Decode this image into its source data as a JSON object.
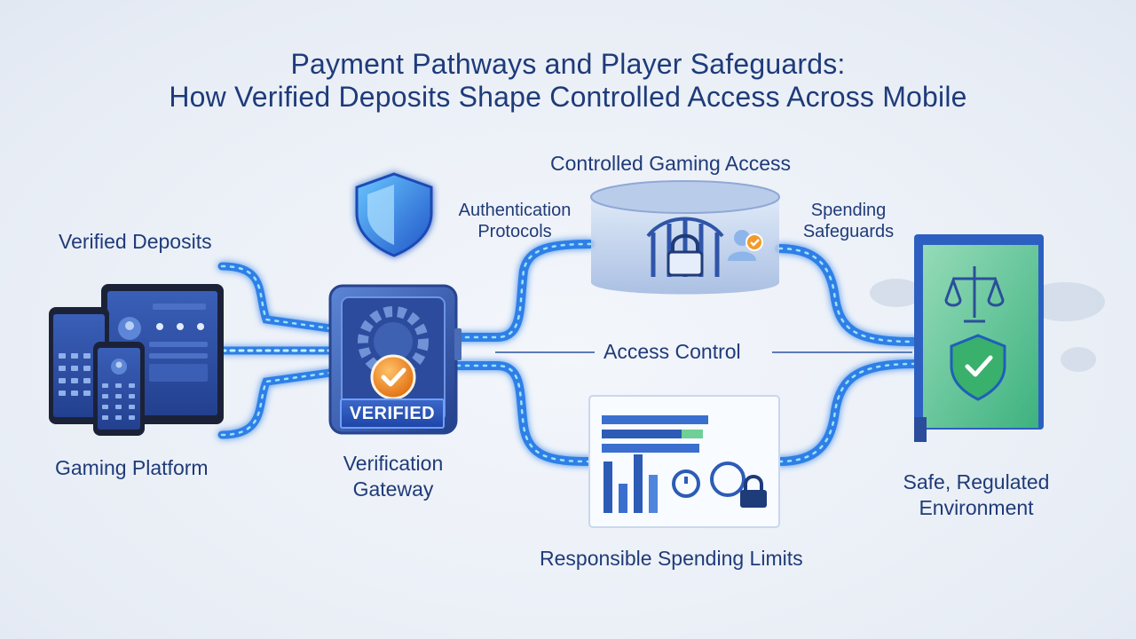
{
  "title": {
    "line1": "Payment Pathways and Player Safeguards:",
    "line2": "How Verified Deposits Shape Controlled Access Across Mobile"
  },
  "labels": {
    "verified_deposits": "Verified Deposits",
    "gaming_platform": "Gaming Platform",
    "verification_gateway_1": "Verification",
    "verification_gateway_2": "Gateway",
    "verified_badge": "VERIFIED",
    "controlled_gaming_access": "Controlled Gaming Access",
    "authentication_1": "Authentication",
    "authentication_2": "Protocols",
    "spending_safeguards_1": "Spending",
    "spending_safeguards_2": "Safeguards",
    "access_control": "Access Control",
    "responsible_spending": "Responsible Spending Limits",
    "safe_env_1": "Safe, Regulated",
    "safe_env_2": "Environment"
  },
  "colors": {
    "title": "#1e3b7a",
    "flow": "#2f7fe6",
    "flow_glow": "#7fd0ff",
    "gateway_orange": "#f08a1c",
    "safe_green": "#4cc48a"
  },
  "icons": [
    "shield-icon",
    "gear-icon",
    "check-icon",
    "lock-icon",
    "gate-icon",
    "user-check-icon",
    "scales-icon",
    "stopwatch-icon",
    "bar-chart-icon"
  ]
}
